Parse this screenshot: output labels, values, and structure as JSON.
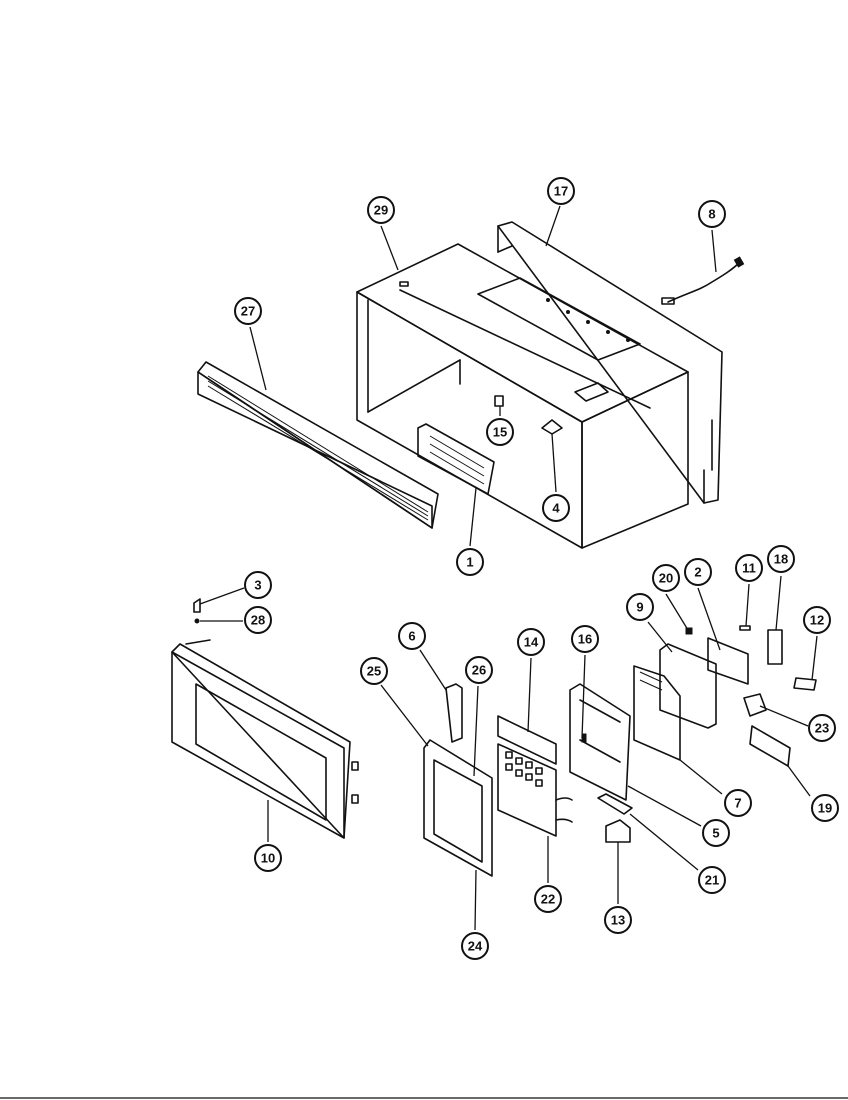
{
  "diagram": {
    "callouts": [
      {
        "id": "c29",
        "label": "29"
      },
      {
        "id": "c17",
        "label": "17"
      },
      {
        "id": "c8",
        "label": "8"
      },
      {
        "id": "c27",
        "label": "27"
      },
      {
        "id": "c15",
        "label": "15"
      },
      {
        "id": "c4",
        "label": "4"
      },
      {
        "id": "c1",
        "label": "1"
      },
      {
        "id": "c3",
        "label": "3"
      },
      {
        "id": "c28",
        "label": "28"
      },
      {
        "id": "c6",
        "label": "6"
      },
      {
        "id": "c25",
        "label": "25"
      },
      {
        "id": "c26",
        "label": "26"
      },
      {
        "id": "c14",
        "label": "14"
      },
      {
        "id": "c16",
        "label": "16"
      },
      {
        "id": "c20",
        "label": "20"
      },
      {
        "id": "c2",
        "label": "2"
      },
      {
        "id": "c11",
        "label": "11"
      },
      {
        "id": "c18",
        "label": "18"
      },
      {
        "id": "c9",
        "label": "9"
      },
      {
        "id": "c12",
        "label": "12"
      },
      {
        "id": "c23",
        "label": "23"
      },
      {
        "id": "c7",
        "label": "7"
      },
      {
        "id": "c19",
        "label": "19"
      },
      {
        "id": "c5",
        "label": "5"
      },
      {
        "id": "c21",
        "label": "21"
      },
      {
        "id": "c10",
        "label": "10"
      },
      {
        "id": "c22",
        "label": "22"
      },
      {
        "id": "c13",
        "label": "13"
      },
      {
        "id": "c24",
        "label": "24"
      }
    ]
  }
}
